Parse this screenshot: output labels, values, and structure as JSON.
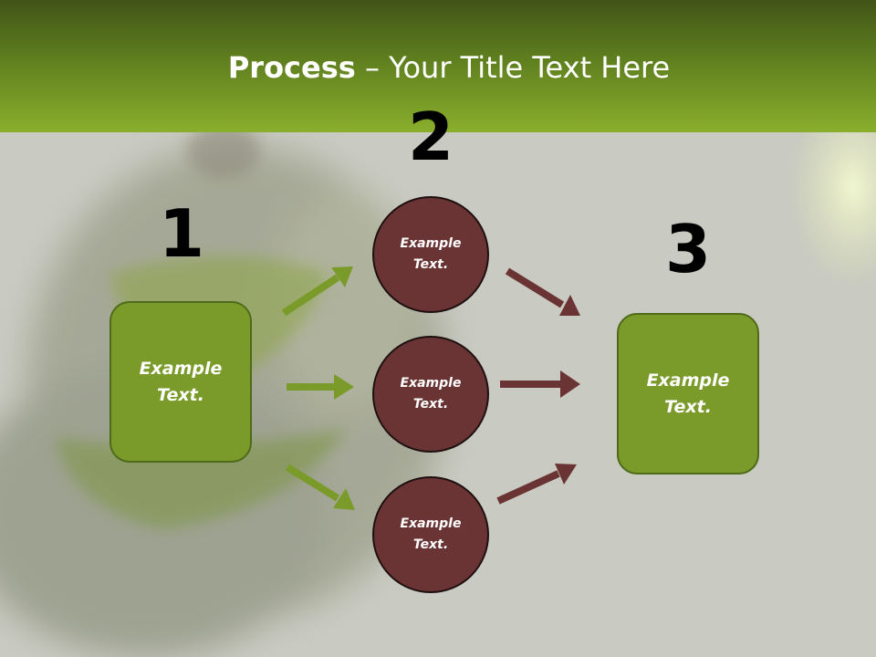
{
  "slide": {
    "title_bold": "Process",
    "title_rest": " – Your Title Text Here"
  },
  "steps": {
    "one": "1",
    "two": "2",
    "three": "3"
  },
  "nodes": {
    "left_box": "Example Text.",
    "circle_top": "Example Text.",
    "circle_middle": "Example Text.",
    "circle_bottom": "Example Text.",
    "right_box": "Example Text."
  },
  "colors": {
    "header_green": "#8aae2c",
    "box_green": "#7a9a2a",
    "circle_maroon": "#6b3434",
    "arrow_green": "#7a9a2a",
    "arrow_maroon": "#6b3434"
  }
}
